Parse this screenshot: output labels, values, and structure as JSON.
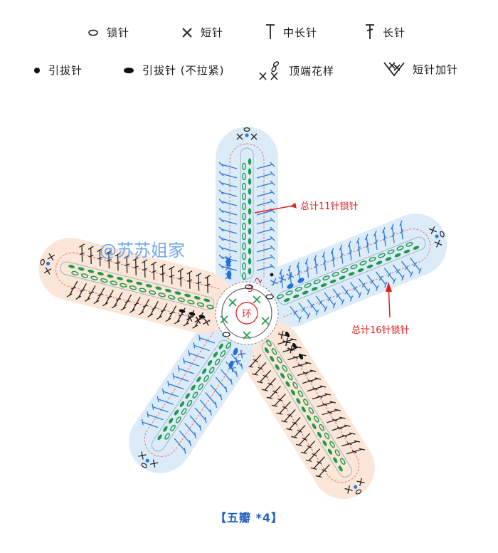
{
  "legend": {
    "chain": "锁针",
    "single": "短针",
    "hdc": "中长针",
    "dc": "长针",
    "slip": "引拔针",
    "slip_loose": "引拔针 (不拉紧)",
    "picot": "顶端花样",
    "sc_inc": "短针加针"
  },
  "diagram": {
    "center_label": "环",
    "round_2": "2",
    "round_3": "3",
    "note_11": "总计11针锁针",
    "note_16": "总计16针锁针",
    "watermark": "@苏苏姐家"
  },
  "caption": "【五瓣 *4】",
  "colors": {
    "petal_blue": "#dcebf8",
    "petal_peach": "#fbe6d8",
    "chain_green": "#1e9a4a",
    "dc_blue": "#2a7bd6",
    "annotation_red": "#e02020",
    "watermark_blue": "#5a9ae8"
  }
}
